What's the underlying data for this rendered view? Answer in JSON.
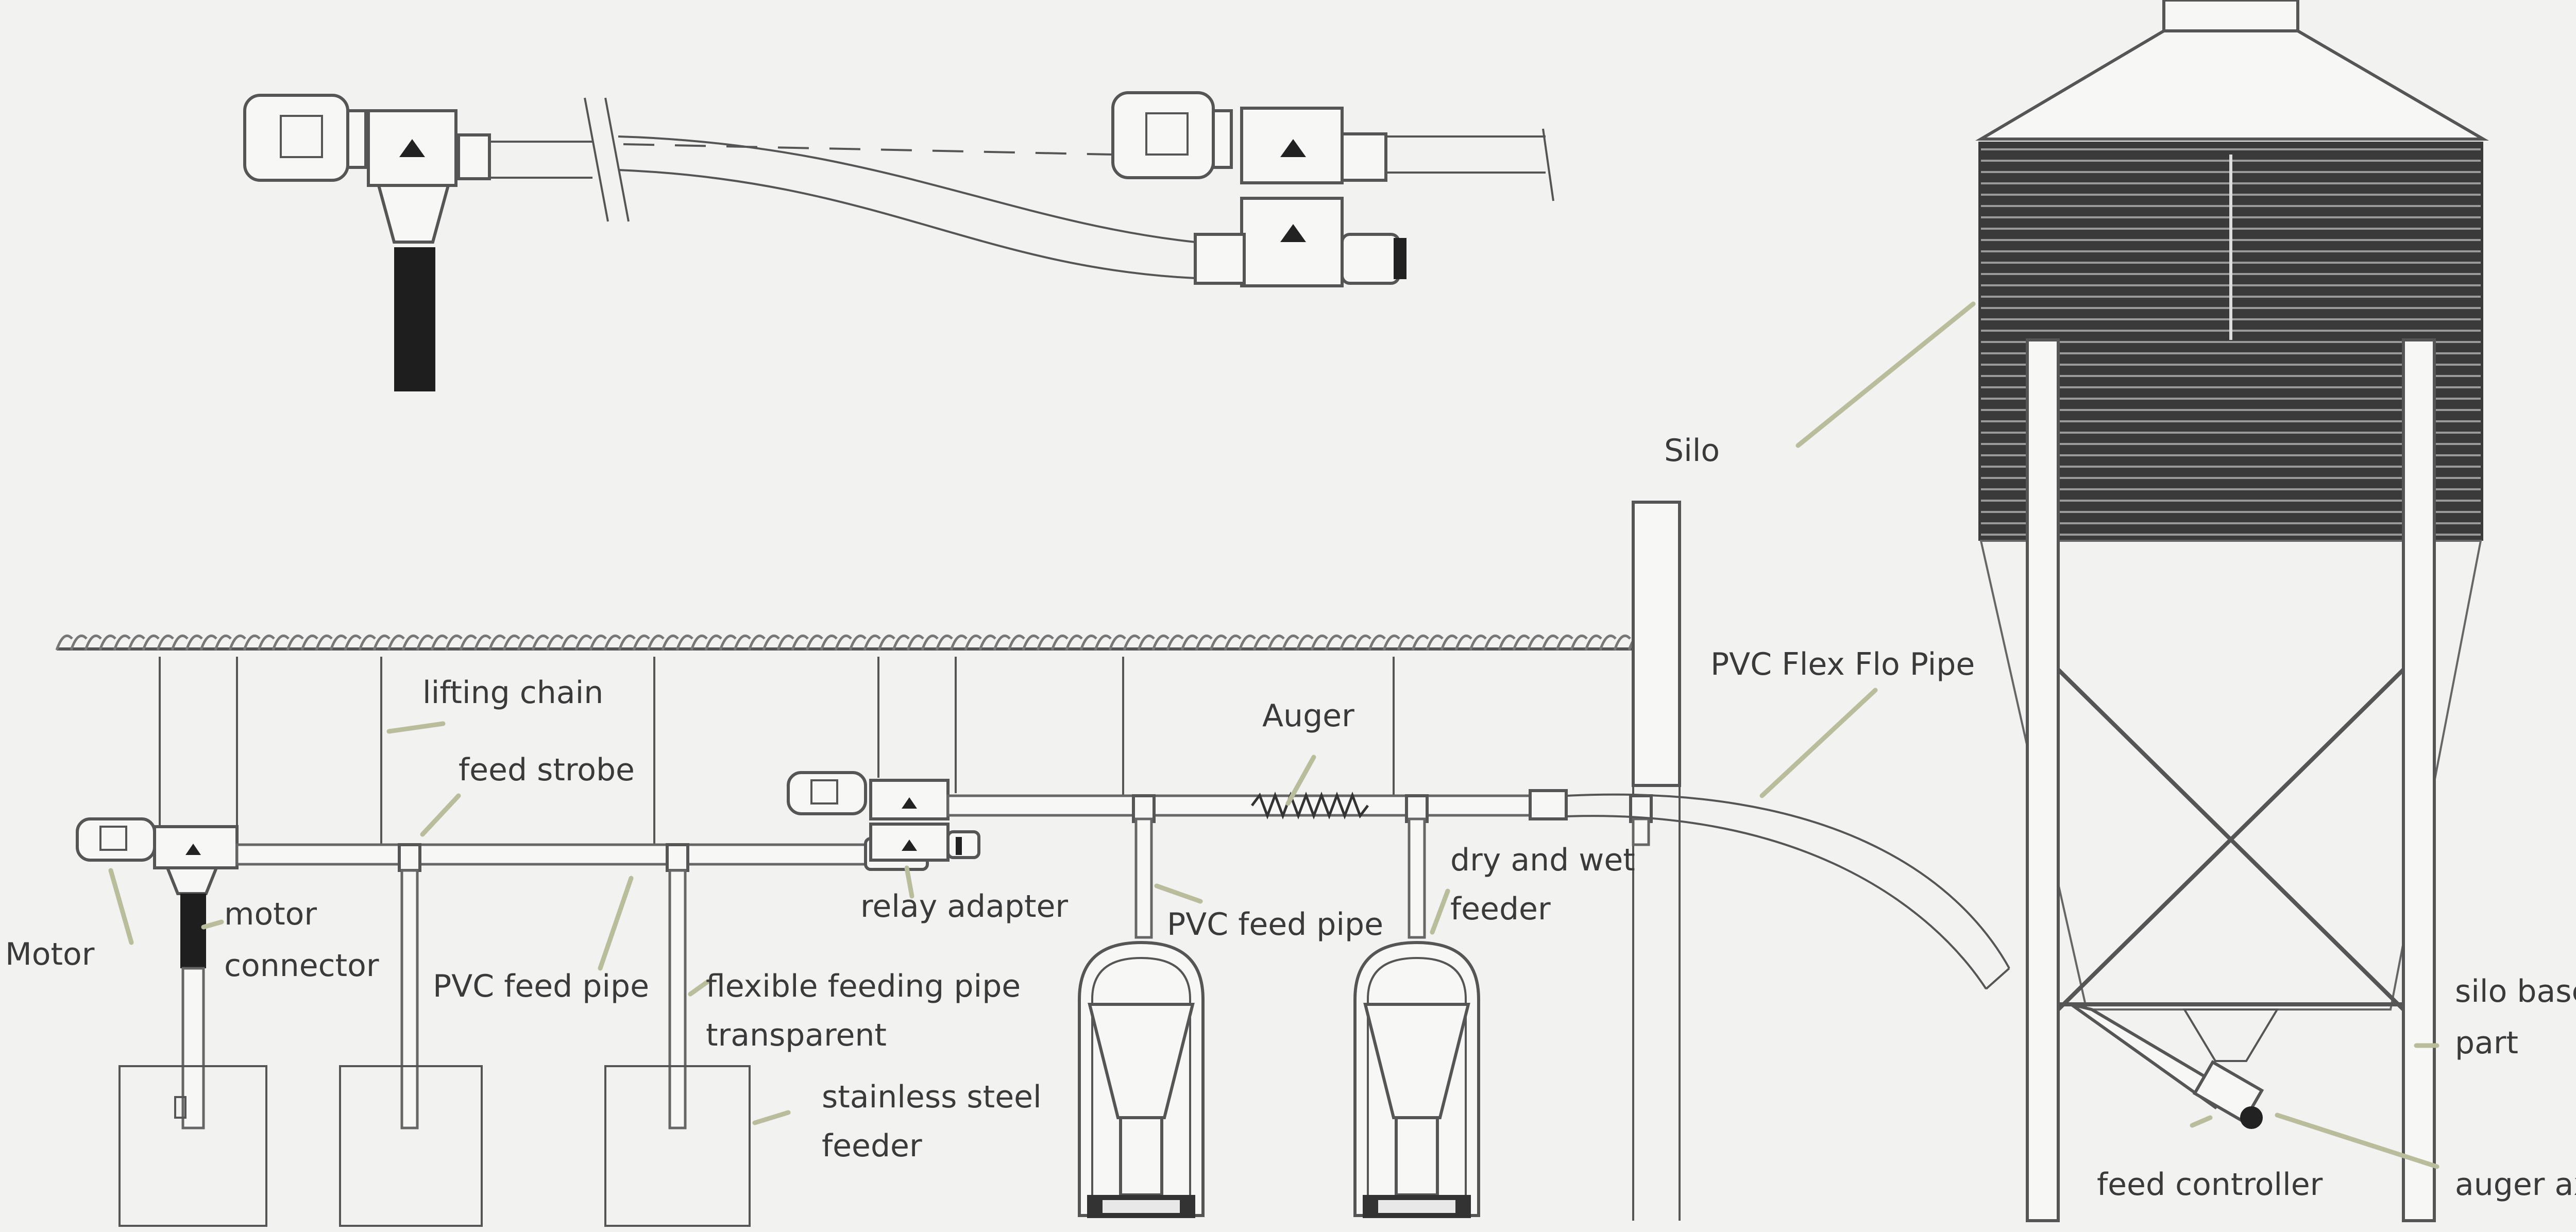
{
  "labels": {
    "motor": "Motor",
    "motor_connector_1": "motor",
    "motor_connector_2": "connector",
    "lifting_chain": "lifting chain",
    "feed_strobe": "feed strobe",
    "pvc_feed_pipe_left": "PVC feed pipe",
    "flexible_pipe_1": "flexible feeding pipe",
    "flexible_pipe_2": "transparent",
    "stainless_feeder_1": "stainless steel",
    "stainless_feeder_2": "feeder",
    "relay_adapter": "relay adapter",
    "auger": "Auger",
    "pvc_feed_pipe_center": "PVC feed pipe",
    "dry_wet_feeder_1": "dry and wet",
    "dry_wet_feeder_2": "feeder",
    "silo": "Silo",
    "pvc_flex_flo_pipe": "PVC Flex Flo Pipe",
    "silo_base_part_1": "silo base",
    "silo_base_part_2": "part",
    "feed_controller": "feed controller",
    "auger_axis": "auger axis"
  },
  "colors": {
    "background": "#f2f2f0",
    "line": "#555555",
    "leader": "#b9bd9c",
    "silo_stripes": "#3a3a3a",
    "dark_pipe": "#1e1e1e"
  }
}
